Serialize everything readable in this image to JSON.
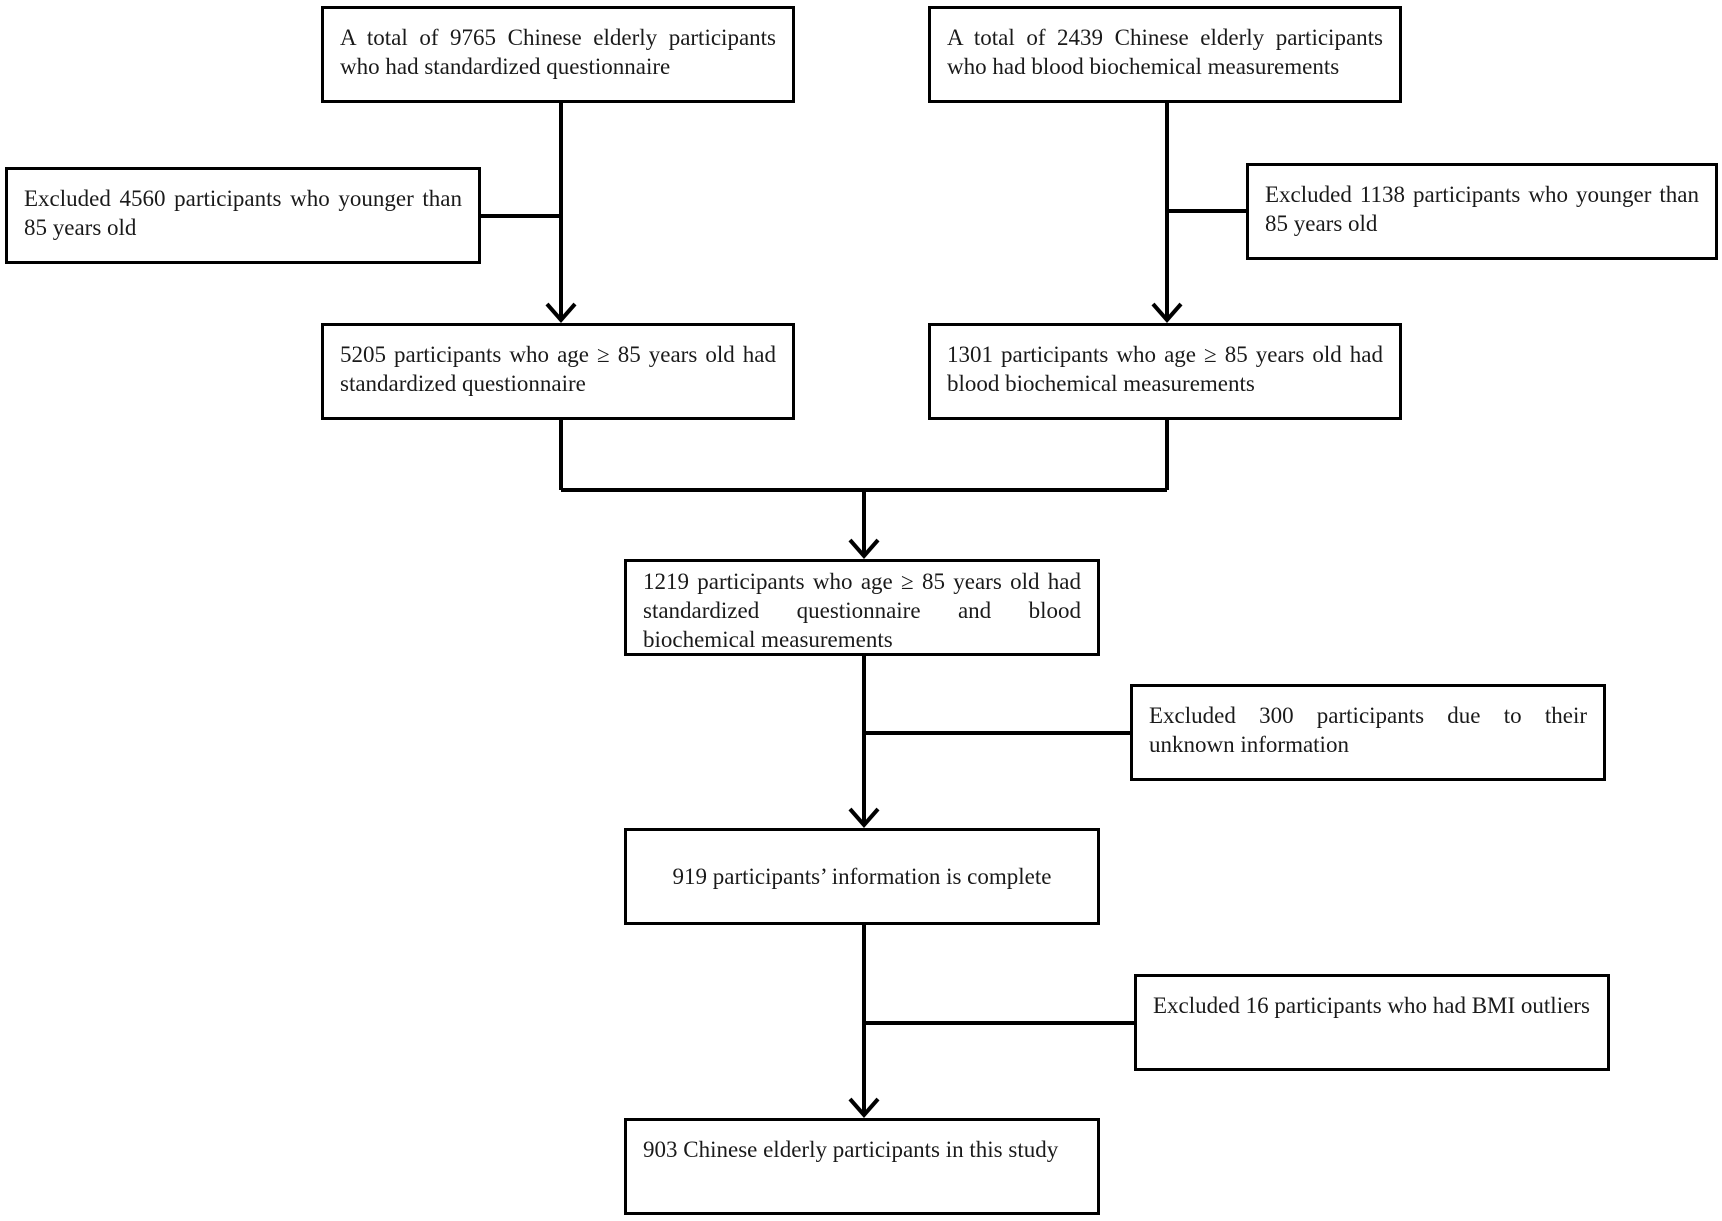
{
  "boxes": {
    "questionnaire_total": "A total of 9765 Chinese elderly participants who had standardized questionnaire",
    "blood_total": "A total of 2439 Chinese elderly participants who had blood biochemical measurements",
    "excluded_questionnaire_age": "Excluded 4560 participants who younger than 85 years old",
    "excluded_blood_age": "Excluded 1138 participants who younger than 85 years old",
    "questionnaire_85plus": "5205 participants who age ≥ 85 years old had standardized questionnaire",
    "blood_85plus": "1301 participants who age ≥ 85 years old had blood biochemical measurements",
    "combined": "1219 participants who age ≥ 85 years old had standardized questionnaire and blood biochemical measurements",
    "excluded_unknown": "Excluded 300 participants due to their unknown information",
    "complete_info": "919 participants’ information is complete",
    "excluded_bmi": "Excluded 16 participants who had BMI outliers",
    "final": "903 Chinese elderly participants in this study"
  },
  "colors": {
    "line": "#000000",
    "text": "#1a1a1a",
    "background": "#ffffff"
  }
}
